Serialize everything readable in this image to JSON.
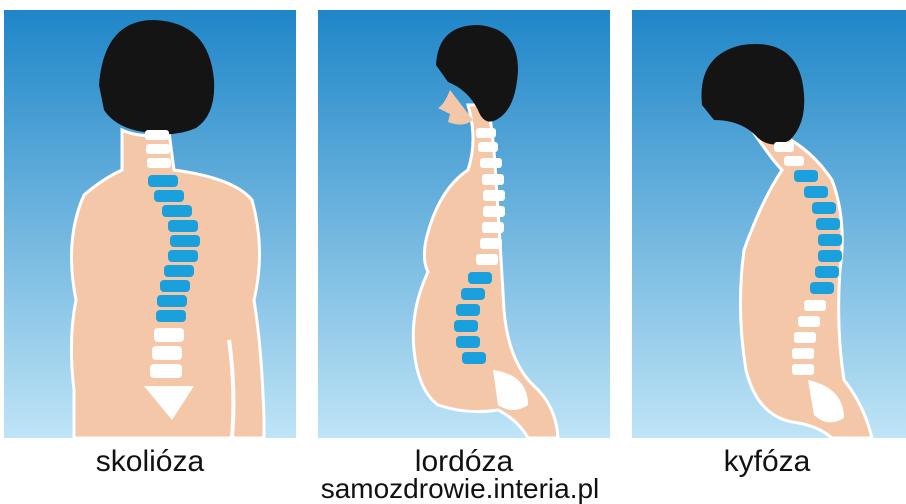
{
  "panels": [
    {
      "id": "scoliosis",
      "caption": "skolióza",
      "illustration": "woman-back-view-curved-spine"
    },
    {
      "id": "lordosis",
      "caption": "lordóza",
      "illustration": "woman-side-view-lower-spine-curve"
    },
    {
      "id": "kyphosis",
      "caption": "kyfóza",
      "illustration": "woman-side-view-upper-spine-hunch"
    }
  ],
  "source": "samozdrowie.interia.pl",
  "colors": {
    "background_top": "#1f86c8",
    "background_bottom": "#bfe4f6",
    "skin": "#f5c7a9",
    "hair": "#141414",
    "vertebra_normal": "#ffffff",
    "vertebra_affected": "#1aa0dc"
  }
}
